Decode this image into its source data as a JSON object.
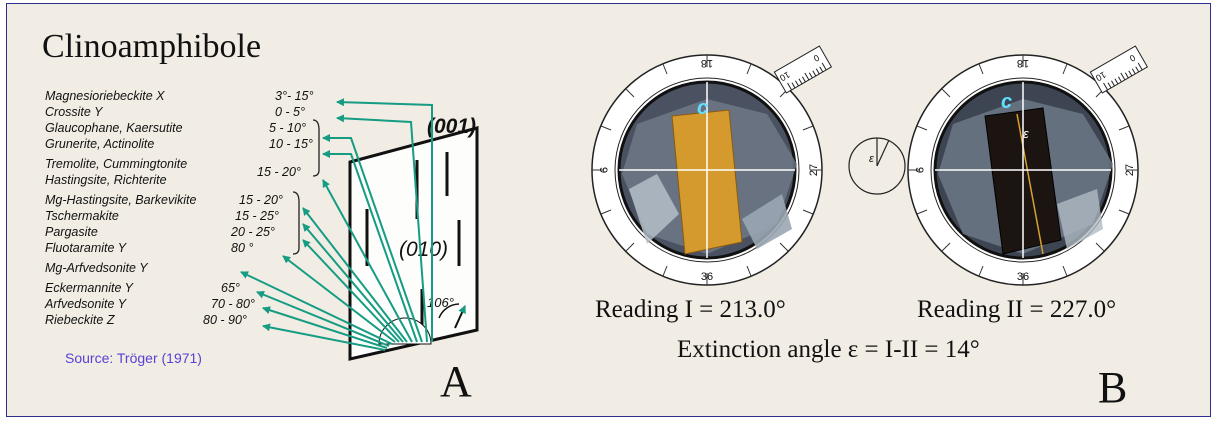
{
  "title": "Clinoamphibole",
  "source": "Source: Tröger (1971)",
  "panel_a": {
    "label": "A",
    "face_001": "(001)",
    "face_010": "(010)",
    "beta_angle": "106°",
    "minerals": [
      {
        "name": "Magnesioriebeckite X",
        "angle": "3°- 15°"
      },
      {
        "name": "Crossite Y",
        "angle": "0 - 5°"
      },
      {
        "name": "Glaucophane, Kaersutite",
        "angle": "5 - 10°"
      },
      {
        "name": "Grunerite, Actinolite",
        "angle": "10 - 15°"
      },
      {
        "name": "Tremolite, Cummingtonite",
        "angle": ""
      },
      {
        "name": "Hastingsite, Richterite",
        "angle": "15 - 20°"
      },
      {
        "name": "Mg-Hastingsite, Barkevikite",
        "angle": "15 - 20°"
      },
      {
        "name": "Tschermakite",
        "angle": "15 - 25°"
      },
      {
        "name": "Pargasite",
        "angle": "20 - 25°"
      },
      {
        "name": "Fluotaramite Y",
        "angle": "80 °"
      },
      {
        "name": "Mg-Arfvedsonite Y",
        "angle": ""
      },
      {
        "name": "Eckermannite Y",
        "angle": "65°"
      },
      {
        "name": "Arfvedsonite Y",
        "angle": "70 - 80°"
      },
      {
        "name": "Riebeckite Z",
        "angle": "80 - 90°"
      }
    ]
  },
  "panel_b": {
    "label": "B",
    "reading_1": "Reading I = 213.0°",
    "reading_2": "Reading II = 227.0°",
    "extinction": "Extinction angle  ε = I-II = 14°",
    "c_axis_label": "c",
    "epsilon_symbol": "ε",
    "stage_numbers": [
      "18",
      "27",
      "36",
      "9"
    ],
    "vernier_numbers": [
      "10",
      "0"
    ]
  },
  "colors": {
    "arrow": "#159c83",
    "frame_border": "#2d2f8e",
    "background": "#f1ede4",
    "source_text": "#5a3fd4"
  }
}
